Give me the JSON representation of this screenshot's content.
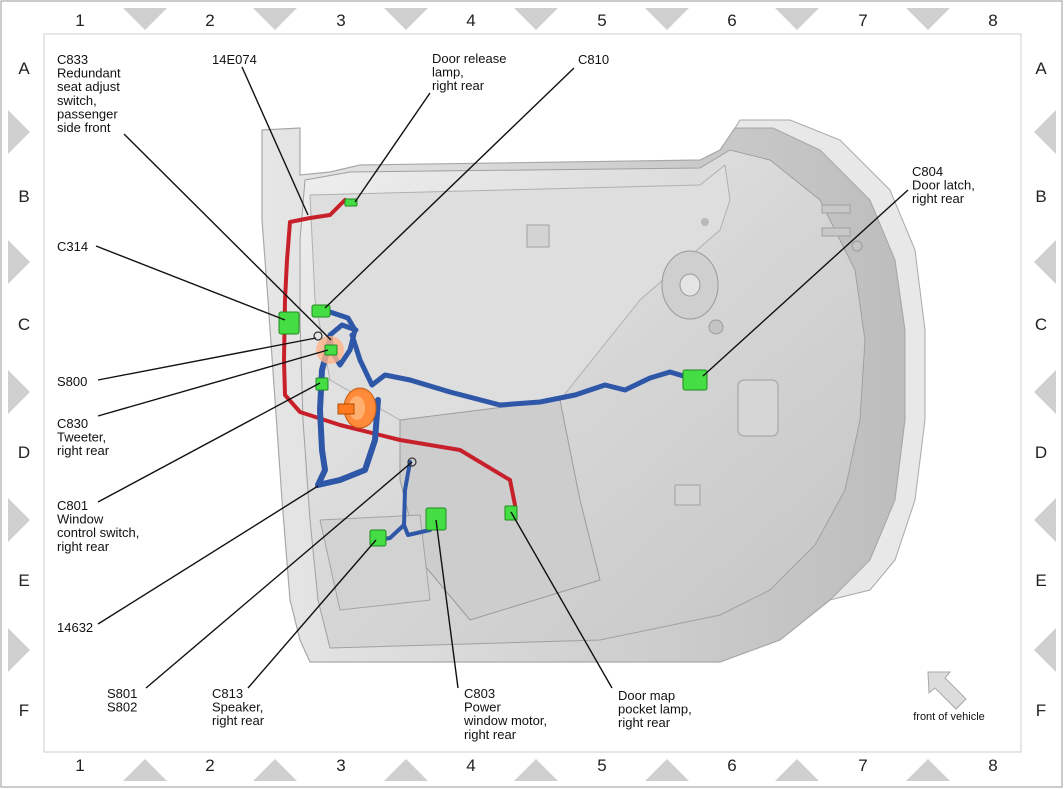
{
  "grid": {
    "columns": [
      "1",
      "2",
      "3",
      "4",
      "5",
      "6",
      "7",
      "8"
    ],
    "rows": [
      "A",
      "B",
      "C",
      "D",
      "E",
      "F"
    ]
  },
  "labels": {
    "c833": [
      "C833",
      "Redundant",
      "seat adjust",
      "switch,",
      "passenger",
      "side front"
    ],
    "e14074": [
      "14E074"
    ],
    "door_release": [
      "Door release",
      "lamp,",
      "right rear"
    ],
    "c810": [
      "C810"
    ],
    "c804": [
      "C804",
      "Door latch,",
      "right rear"
    ],
    "c314": [
      "C314"
    ],
    "s800": [
      "S800"
    ],
    "c830": [
      "C830",
      "Tweeter,",
      "right rear"
    ],
    "c801": [
      "C801",
      "Window",
      "control switch,",
      "right rear"
    ],
    "n14632": [
      "14632"
    ],
    "s801": [
      "S801",
      "S802"
    ],
    "c813": [
      "C813",
      "Speaker,",
      "right rear"
    ],
    "c803": [
      "C803",
      "Power",
      "window motor,",
      "right rear"
    ],
    "door_map": [
      "Door map",
      "pocket lamp,",
      "right rear"
    ]
  },
  "orientation": {
    "label": "front of vehicle",
    "icon": "front-arrow-icon"
  },
  "colors": {
    "wire_red": "#c8202a",
    "wire_blue": "#2f57a8",
    "wire_blue_dark": "#1e3f86",
    "connector_green": "#44dd44",
    "speaker_orange": "#ff8a3a",
    "panel": "#d9d9d9",
    "marker": "#cfcfcf"
  }
}
